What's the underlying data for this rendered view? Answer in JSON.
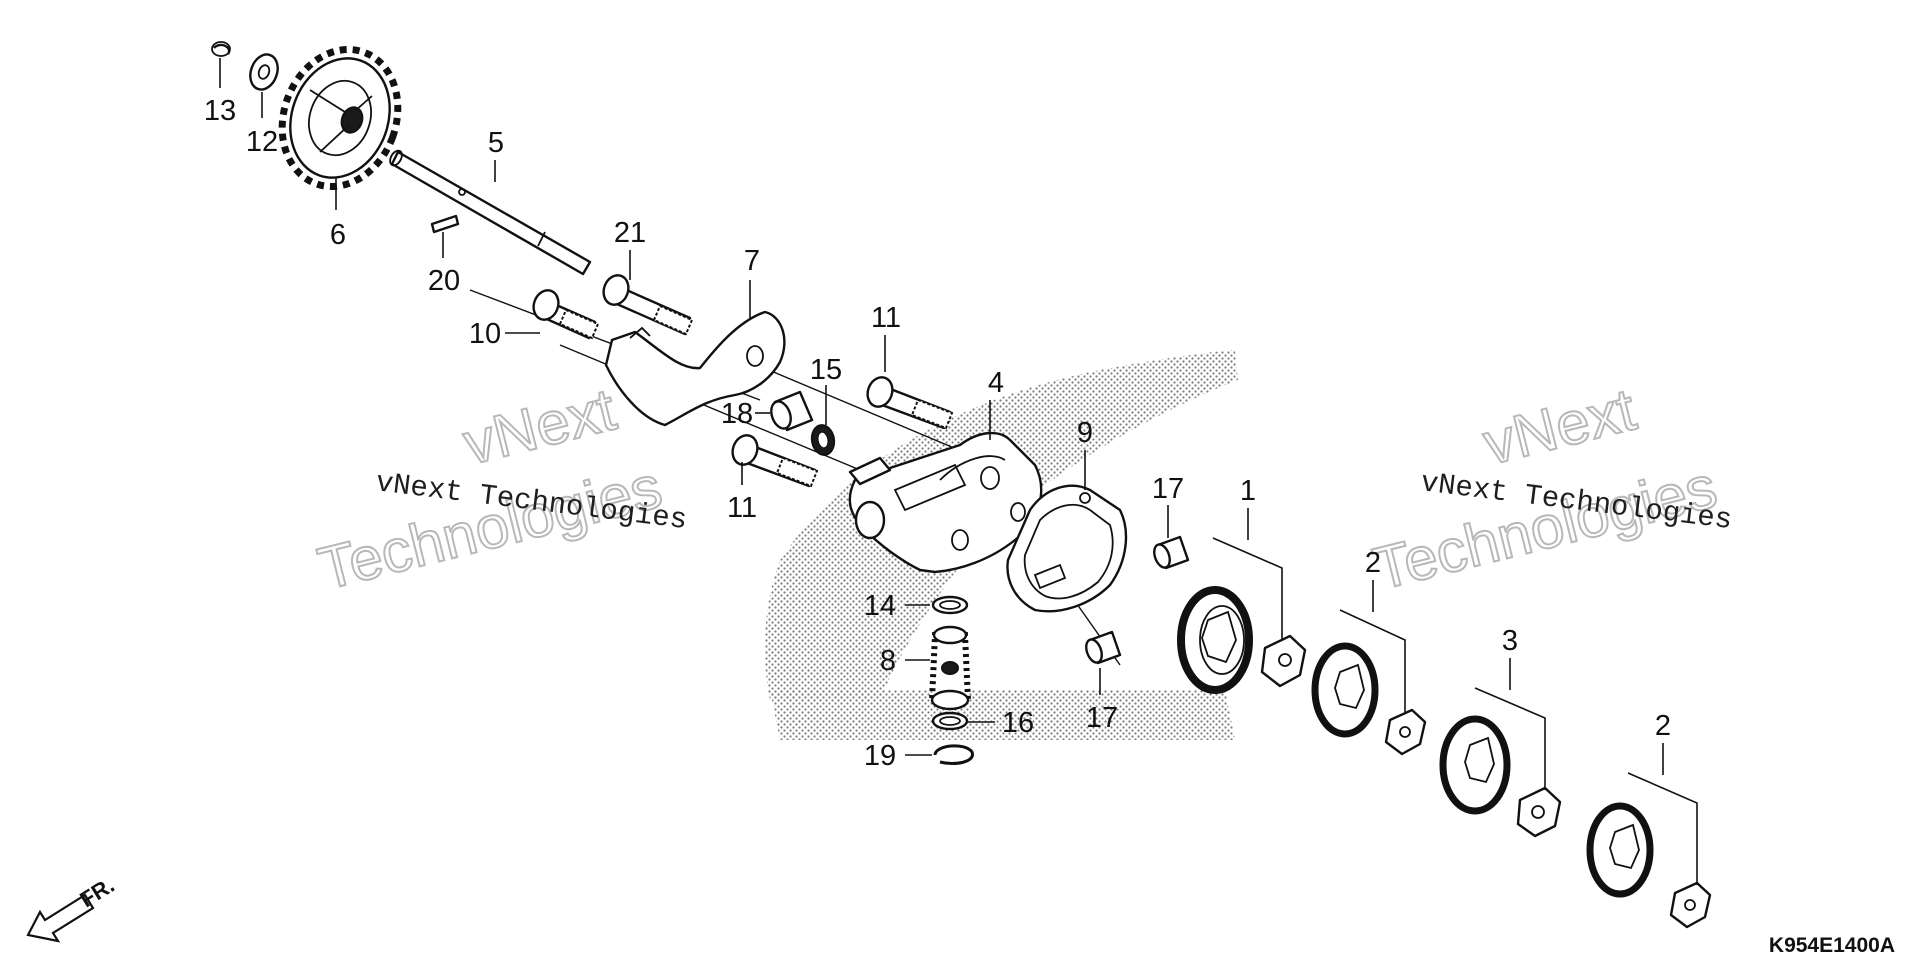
{
  "diagram": {
    "code": "K954E1400A",
    "front_label": "FR.",
    "watermark": {
      "company": "vNext Technologies",
      "big_top": "vNext",
      "big_bottom": "Technologies"
    },
    "callouts": [
      {
        "id": "c13",
        "label": "13"
      },
      {
        "id": "c12",
        "label": "12"
      },
      {
        "id": "c6",
        "label": "6"
      },
      {
        "id": "c5",
        "label": "5"
      },
      {
        "id": "c20",
        "label": "20"
      },
      {
        "id": "c21",
        "label": "21"
      },
      {
        "id": "c7",
        "label": "7"
      },
      {
        "id": "c10",
        "label": "10"
      },
      {
        "id": "c11a",
        "label": "11"
      },
      {
        "id": "c15",
        "label": "15"
      },
      {
        "id": "c4",
        "label": "4"
      },
      {
        "id": "c18",
        "label": "18"
      },
      {
        "id": "c11b",
        "label": "11"
      },
      {
        "id": "c9",
        "label": "9"
      },
      {
        "id": "c17a",
        "label": "17"
      },
      {
        "id": "c1",
        "label": "1"
      },
      {
        "id": "c2a",
        "label": "2"
      },
      {
        "id": "c3",
        "label": "3"
      },
      {
        "id": "c2b",
        "label": "2"
      },
      {
        "id": "c14",
        "label": "14"
      },
      {
        "id": "c8",
        "label": "8"
      },
      {
        "id": "c16",
        "label": "16"
      },
      {
        "id": "c19",
        "label": "19"
      },
      {
        "id": "c17b",
        "label": "17"
      }
    ]
  }
}
